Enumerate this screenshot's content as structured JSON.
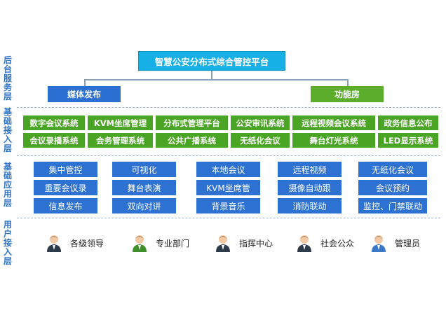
{
  "top": {
    "title": "智慧公安分布式综合管控平台"
  },
  "backend": {
    "media": "媒体发布",
    "function": "功能房"
  },
  "layers": {
    "backend_service": "后台服务层",
    "basic_access": "基础接入层",
    "basic_app": "基础应用层",
    "user_access": "用户接入层"
  },
  "access_row1": [
    "数字会议系统",
    "KVM坐席管理",
    "分布式管理平台",
    "公安审讯系统",
    "远程视频会议系统",
    "政务信息公布"
  ],
  "access_row2": [
    "会议录播系统",
    "会务管理系统",
    "公共广播系统",
    "无纸化会议",
    "舞台灯光系统",
    "LED显示系统"
  ],
  "app_col1": [
    "集中管控",
    "重要会议录",
    "信息发布"
  ],
  "app_col2": [
    "可视化",
    "舞台表演",
    "双向对讲"
  ],
  "app_col3": [
    "本地会议",
    "KVM坐席管",
    "背景音乐"
  ],
  "app_col4": [
    "远程视频",
    "摄像自动跟",
    "消防联动"
  ],
  "app_col5": [
    "无纸化会议",
    "会议预约",
    "监控、门禁联动"
  ],
  "users": [
    {
      "label": "各级领导",
      "icon": "leader-person-icon",
      "color": "#2d3a4a"
    },
    {
      "label": "专业部门",
      "icon": "department-person-icon",
      "color": "#3f8f2a"
    },
    {
      "label": "指挥中心",
      "icon": "command-person-icon",
      "color": "#2d3a4a"
    },
    {
      "label": "社会公众",
      "icon": "public-person-icon",
      "color": "#2d3a4a"
    },
    {
      "label": "管理员",
      "icon": "admin-person-icon",
      "color": "#3b78c8"
    }
  ]
}
